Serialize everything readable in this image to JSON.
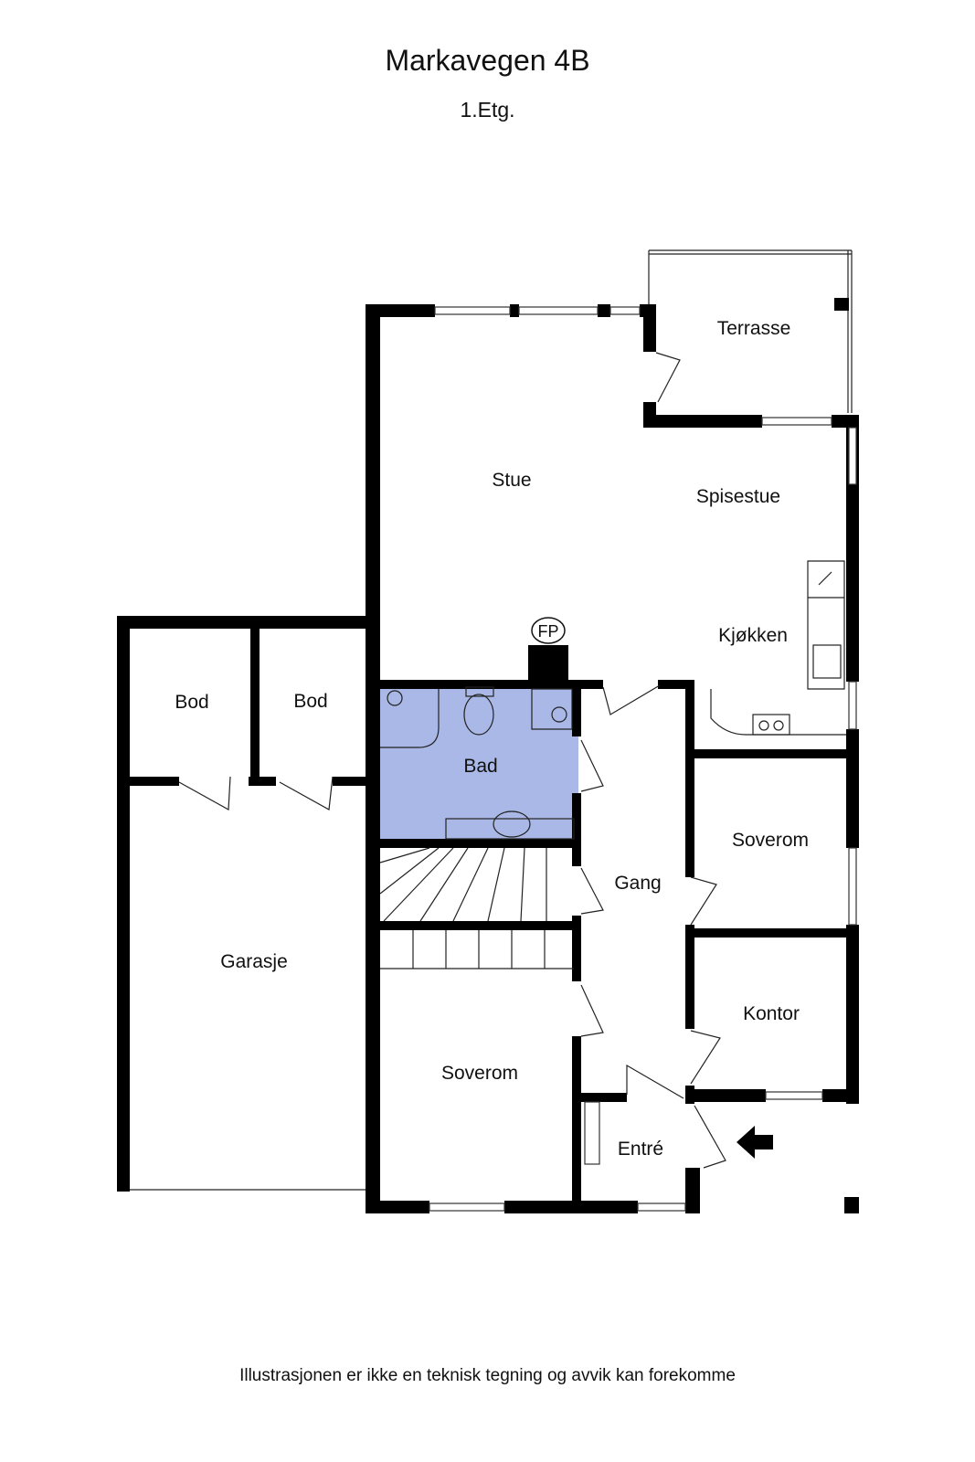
{
  "header": {
    "title": "Markavegen 4B",
    "floor": "1.Etg."
  },
  "rooms": {
    "terrasse": "Terrasse",
    "stue": "Stue",
    "spisestue": "Spisestue",
    "kjokken": "Kjøkken",
    "bod_1": "Bod",
    "bod_2": "Bod",
    "bad": "Bad",
    "gang": "Gang",
    "soverom_1": "Soverom",
    "garasje": "Garasje",
    "kontor": "Kontor",
    "soverom_2": "Soverom",
    "entre": "Entré"
  },
  "fireplace_label": "FP",
  "footer": {
    "disclaimer": "Illustrasjonen er ikke en teknisk tegning og avvik kan forekomme"
  },
  "colors": {
    "wall": "#000000",
    "bath_fill": "#a9b8e6",
    "background": "#ffffff"
  }
}
